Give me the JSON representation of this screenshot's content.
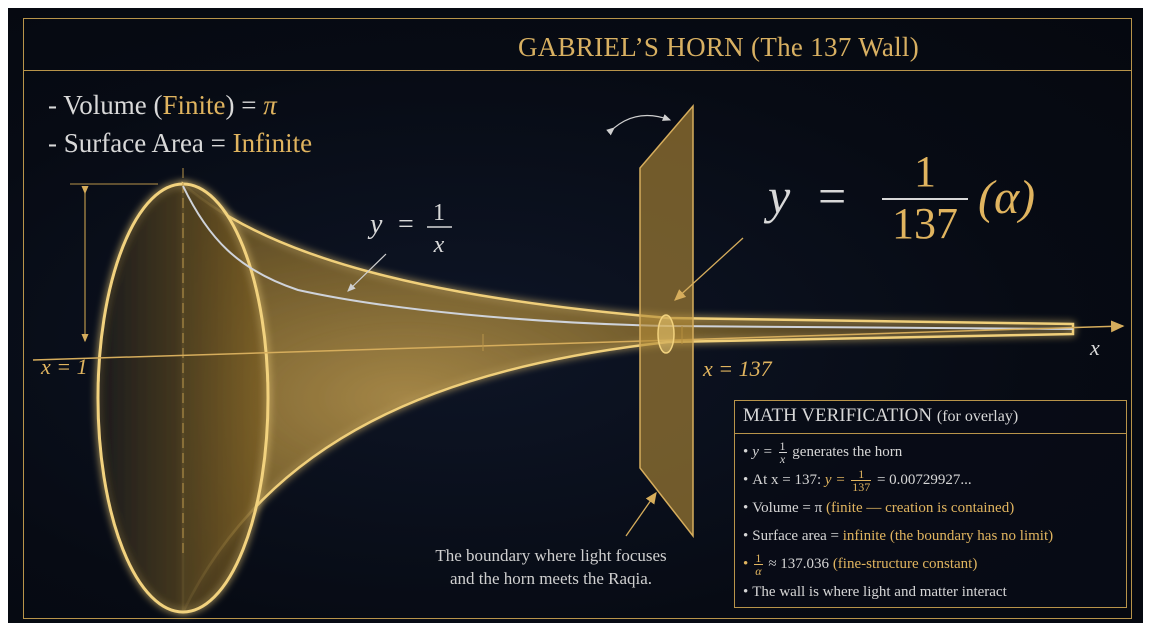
{
  "title": "GABRIEL’S HORN (The 137 Wall)",
  "bullets": {
    "volume_prefix": "- Volume (",
    "volume_word": "Finite",
    "volume_suffix": ") = ",
    "volume_value": "π",
    "surface_prefix": "- Surface Area = ",
    "surface_value": "Infinite"
  },
  "curve_label": {
    "lhs": "y",
    "eq": "=",
    "num": "1",
    "den": "x"
  },
  "wall_label": {
    "lhs": "y",
    "eq": "=",
    "num": "1",
    "den": "137",
    "alpha": "(α)"
  },
  "axis": {
    "x_name": "x",
    "start_label": "x = 1",
    "wall_label": "x = 137"
  },
  "caption": {
    "line1": "The boundary where light focuses",
    "line2": "and the horn meets the Raqia."
  },
  "panel": {
    "heading": "MATH VERIFICATION",
    "heading_note": "(for overlay)",
    "items": {
      "i1_lhs": "y =",
      "i1_num": "1",
      "i1_den": "x",
      "i1_text": " generates the horn",
      "i2_prefix": "At x = 137: ",
      "i2_lhs": "y =",
      "i2_num": "1",
      "i2_den": "137",
      "i2_value": "= 0.00729927...",
      "i3_prefix": "Volume = π ",
      "i3_note": "(finite — creation is contained)",
      "i4_prefix": "Surface area = ",
      "i4_word": "infinite",
      "i4_note": " (the boundary has no limit)",
      "i5_num": "1",
      "i5_den": "α",
      "i5_value": " ≈ 137.036 ",
      "i5_note": "(fine-structure constant)",
      "i6_text": "The wall is where light and matter interact"
    }
  },
  "colors": {
    "gold": "#e0b45f",
    "frame": "#b8944a",
    "background": "#070b14",
    "text": "#d9d9d9"
  }
}
